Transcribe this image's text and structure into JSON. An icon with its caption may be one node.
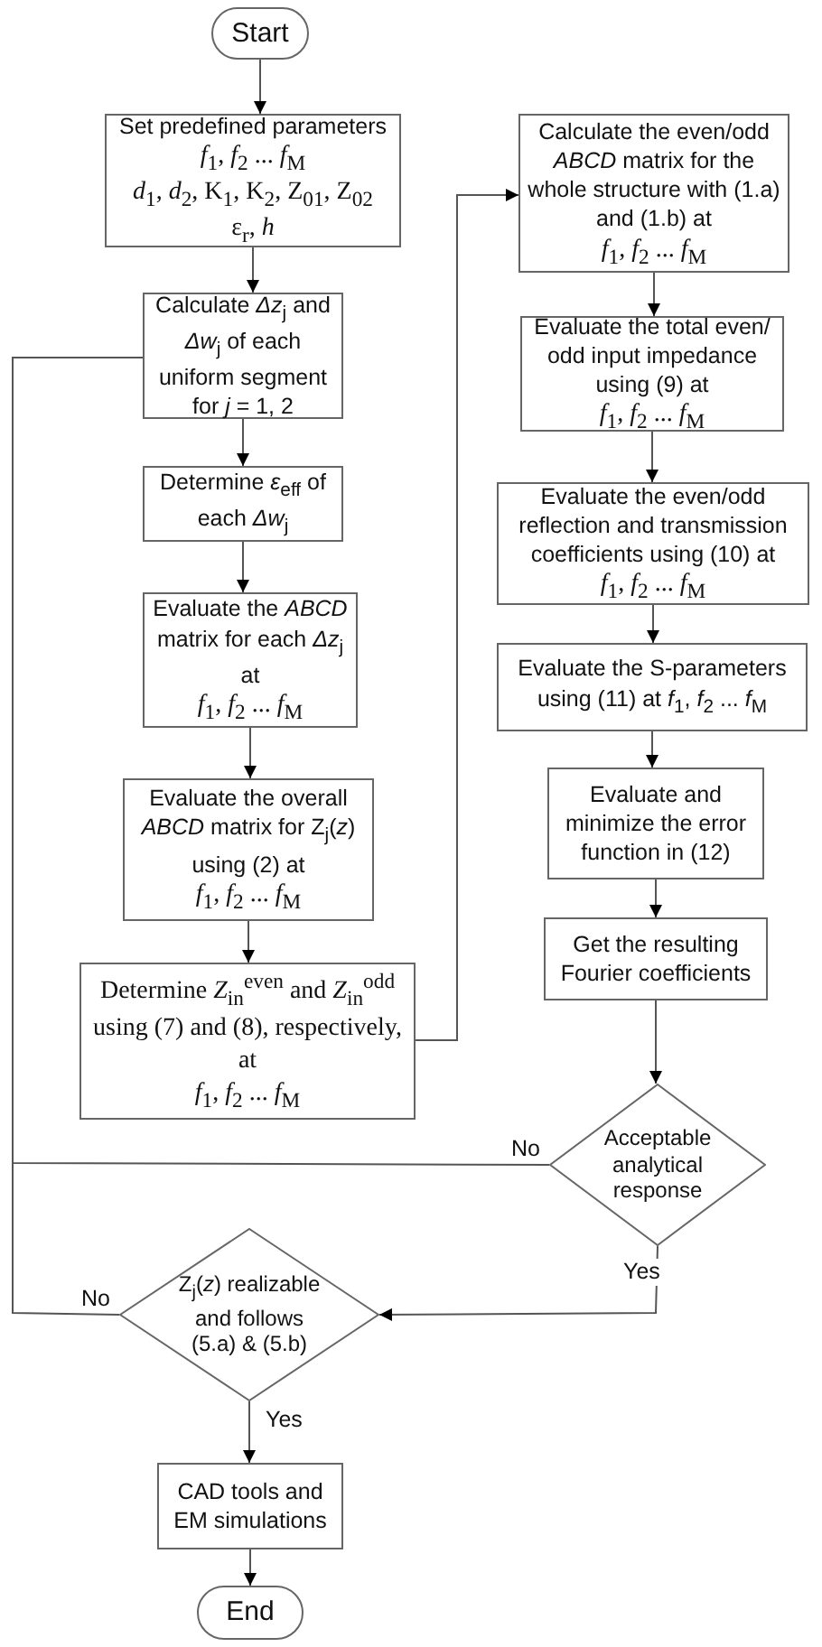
{
  "diagram": {
    "nodes": [
      {
        "text": [
          "Start"
        ]
      },
      {
        "text": [
          "Set predefined parameters",
          "*f*$_{1}$, *f*$_{2}$ ... *f*$_{M}$",
          "*d*$_{1}$, *d*$_{2}$, K$_{1}$, K$_{2}$, Z$_{01}$, Z$_{02}$",
          "ε$_{r}$, *h*"
        ]
      },
      {
        "text": [
          "Calculate *Δz*$_{j}$ and *Δw*$_{j}$ of each uniform segment for *j* = 1, 2"
        ]
      },
      {
        "text": [
          "Determine *ε*$_{eff}$ of each *Δw*$_{j}$"
        ]
      },
      {
        "text": [
          "Evaluate the *ABCD* matrix for each *Δz*$_{j}$ at",
          "*f*$_{1}$, *f*$_{2}$ ... *f*$_{M}$"
        ]
      },
      {
        "text": [
          "Evaluate the overall *ABCD* matrix for Z$_{j}$(*z*) using (2) at",
          "*f*$_{1}$, *f*$_{2}$ ... *f*$_{M}$"
        ]
      },
      {
        "text": [
          "Determine *Z*$_{in}$$^{even}$ and *Z*$_{in}$$^{odd}$ using (7) and (8), respectively, at",
          "*f*$_{1}$, *f*$_{2}$ ... *f*$_{M}$"
        ]
      },
      {
        "text": [
          "Calculate the even/odd *ABCD* matrix for the whole structure with (1.a) and (1.b) at",
          "*f*$_{1}$, *f*$_{2}$ ... *f*$_{M}$"
        ]
      },
      {
        "text": [
          "Evaluate the total even/ odd input impedance using (9) at",
          "*f*$_{1}$, *f*$_{2}$ ... *f*$_{M}$"
        ]
      },
      {
        "text": [
          "Evaluate the even/odd reflection and transmission coefficients using (10) at",
          "*f*$_{1}$, *f*$_{2}$ ... *f*$_{M}$"
        ]
      },
      {
        "text": [
          "Evaluate the S-parameters using (11) at *f*$_{1}$, *f*$_{2}$ ... *f*$_{M}$"
        ]
      },
      {
        "text": [
          "Evaluate and minimize the error function in (12)"
        ]
      },
      {
        "text": [
          "Get the resulting Fourier coefficients"
        ]
      },
      {
        "text": [
          "Acceptable analytical response"
        ]
      },
      {
        "text": [
          "Z$_{j}$(*z*) realizable and follows (5.a) & (5.b)"
        ]
      },
      {
        "text": [
          "CAD tools and EM simulations"
        ]
      },
      {
        "text": [
          "End"
        ]
      }
    ],
    "edges": [
      {
        "from": 0,
        "to": 1,
        "arrow": "to"
      },
      {
        "from": 1,
        "to": 2,
        "arrow": "to"
      },
      {
        "from": 2,
        "to": 3,
        "arrow": "to"
      },
      {
        "from": 3,
        "to": 4,
        "arrow": "to"
      },
      {
        "from": 4,
        "to": 5,
        "arrow": "to"
      },
      {
        "from": 5,
        "to": 6,
        "arrow": "to"
      },
      {
        "from": 6,
        "to": 7,
        "arrow": "to"
      },
      {
        "from": 7,
        "to": 8,
        "arrow": "to"
      },
      {
        "from": 8,
        "to": 9,
        "arrow": "to"
      },
      {
        "from": 9,
        "to": 10,
        "arrow": "to"
      },
      {
        "from": 10,
        "to": 11,
        "arrow": "to"
      },
      {
        "from": 11,
        "to": 12,
        "arrow": "to"
      },
      {
        "from": 12,
        "to": 13,
        "arrow": "to"
      },
      {
        "from": 13,
        "to": 2,
        "arrow": "none",
        "label": "No"
      },
      {
        "from": 14,
        "to": 2,
        "arrow": "none",
        "label": "No"
      },
      {
        "from": 13,
        "to": 14,
        "arrow": "to",
        "label": "Yes"
      },
      {
        "from": 14,
        "to": 15,
        "arrow": "to",
        "label": "Yes"
      },
      {
        "from": 15,
        "to": 16,
        "arrow": "to"
      }
    ]
  }
}
